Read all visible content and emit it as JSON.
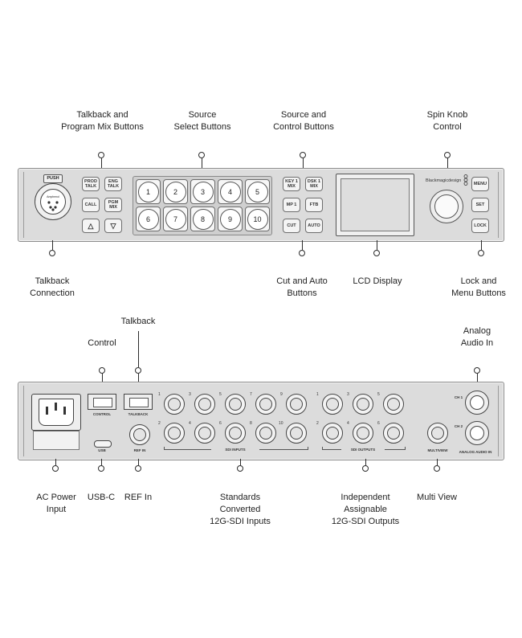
{
  "front_panel": {
    "callouts": {
      "talkback_program_mix": [
        "Talkback and",
        "Program Mix Buttons"
      ],
      "source_select": [
        "Source",
        "Select Buttons"
      ],
      "source_control": [
        "Source and",
        "Control  Buttons"
      ],
      "spin_knob": [
        "Spin Knob",
        "Control"
      ],
      "talkback_connection": [
        "Talkback",
        "Connection"
      ],
      "cut_auto": [
        "Cut and Auto",
        "Buttons"
      ],
      "lcd_display": [
        "LCD Display"
      ],
      "lock_menu": [
        "Lock and",
        "Menu Buttons"
      ]
    },
    "push_label": "PUSH",
    "xlr_brand": "Amphenol",
    "prod_talk": "PROD TALK",
    "eng_talk": "ENG TALK",
    "call": "CALL",
    "pgm_mix": "PGM MIX",
    "up_arrow": "△",
    "down_arrow": "▽",
    "source_buttons": [
      "1",
      "2",
      "3",
      "4",
      "5",
      "6",
      "7",
      "8",
      "9",
      "10"
    ],
    "key1_mix": "KEY 1 MIX",
    "dsk1_mix": "DSK 1 MIX",
    "mp1": "MP 1",
    "ftb": "FTB",
    "cut": "CUT",
    "auto": "AUTO",
    "brand": "Blackmagicdesign",
    "menu": "MENU",
    "set": "SET",
    "lock": "LOCK"
  },
  "rear_panel": {
    "callouts": {
      "control": [
        "Control"
      ],
      "talkback": [
        "Talkback"
      ],
      "analog_audio_in": [
        "Analog",
        "Audio In"
      ],
      "ac_power": [
        "AC Power",
        "Input"
      ],
      "usb_c": [
        "USB-C"
      ],
      "ref_in": [
        "REF In"
      ],
      "sdi_inputs": [
        "Standards",
        "Converted",
        "12G-SDI Inputs"
      ],
      "sdi_outputs": [
        "Independent",
        "Assignable",
        "12G-SDI Outputs"
      ],
      "multiview": [
        "Multi View"
      ]
    },
    "port_labels": {
      "control": "CONTROL",
      "talkback": "TALKBACK",
      "usb": "USB",
      "ref_in": "REF IN",
      "sdi_inputs": "SDI INPUTS",
      "sdi_outputs": "SDI OUTPUTS",
      "multiview": "MULTIVIEW",
      "analog_audio_in": "ANALOG AUDIO IN",
      "ch1": "CH 1",
      "ch2": "CH 2"
    },
    "sdi_in_top": [
      "1",
      "3",
      "5",
      "7",
      "9"
    ],
    "sdi_in_bottom": [
      "2",
      "4",
      "6",
      "8",
      "10"
    ],
    "sdi_out_top": [
      "1",
      "3",
      "5"
    ],
    "sdi_out_bottom": [
      "2",
      "4",
      "6"
    ]
  }
}
